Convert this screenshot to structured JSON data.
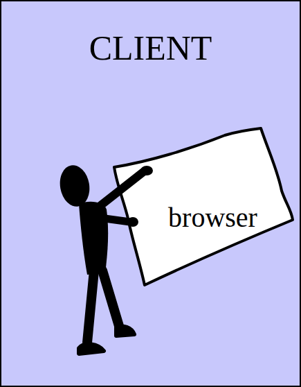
{
  "diagram": {
    "nodes": [
      {
        "text": [
          "CLIENT"
        ]
      },
      {
        "text": [
          "browser"
        ],
        "in": 0
      }
    ]
  }
}
